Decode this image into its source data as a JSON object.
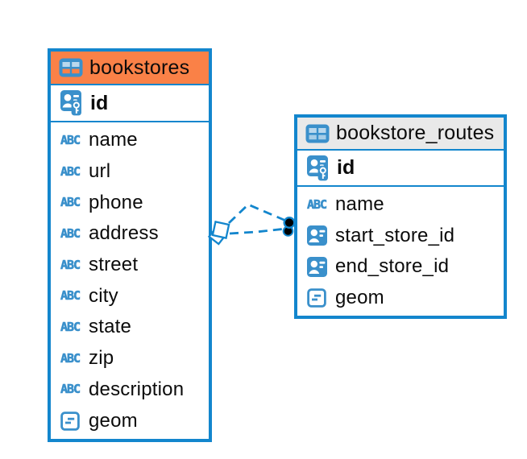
{
  "colors": {
    "accent_blue": "#1386CD",
    "icon_blue": "#3A90CB",
    "bookstores_header": "#FA8147",
    "routes_header": "#E9E9E9"
  },
  "tables": [
    {
      "name": "bookstores",
      "columns": [
        {
          "name": "id",
          "icon": "primary-key"
        },
        {
          "name": "name",
          "icon": "text"
        },
        {
          "name": "url",
          "icon": "text"
        },
        {
          "name": "phone",
          "icon": "text"
        },
        {
          "name": "address",
          "icon": "text"
        },
        {
          "name": "street",
          "icon": "text"
        },
        {
          "name": "city",
          "icon": "text"
        },
        {
          "name": "state",
          "icon": "text"
        },
        {
          "name": "zip",
          "icon": "text"
        },
        {
          "name": "description",
          "icon": "text"
        },
        {
          "name": "geom",
          "icon": "geometry"
        }
      ]
    },
    {
      "name": "bookstore_routes",
      "columns": [
        {
          "name": "id",
          "icon": "primary-key"
        },
        {
          "name": "name",
          "icon": "text"
        },
        {
          "name": "start_store_id",
          "icon": "foreign-key"
        },
        {
          "name": "end_store_id",
          "icon": "foreign-key"
        },
        {
          "name": "geom",
          "icon": "geometry"
        }
      ]
    }
  ],
  "icons": {
    "text_glyph": "ABC"
  },
  "relationship": {
    "from_table": "bookstores",
    "to_table": "bookstore_routes"
  }
}
